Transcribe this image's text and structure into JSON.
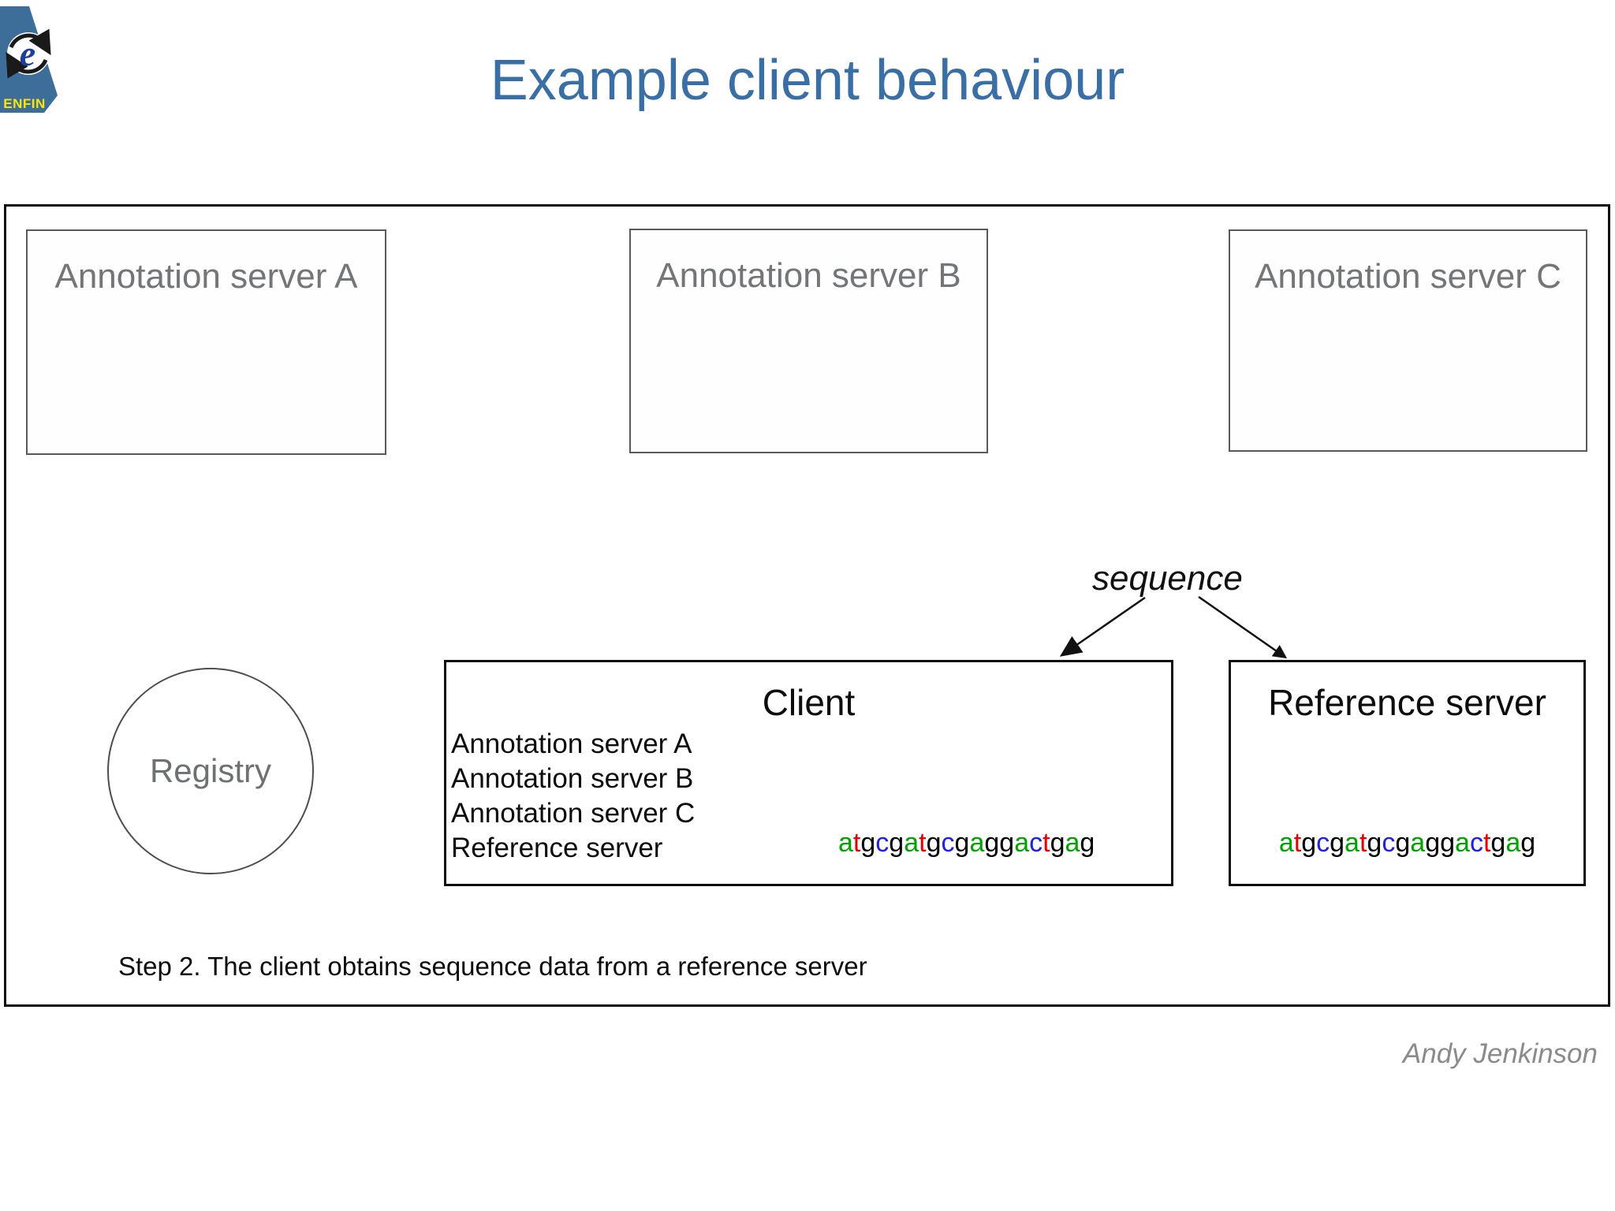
{
  "slide": {
    "title": "Example client behaviour",
    "caption": "Step 2. The client obtains sequence data from a reference server",
    "author": "Andy Jenkinson"
  },
  "logo": {
    "brand": "ENFIN",
    "letter": "e"
  },
  "diagram": {
    "annotation_servers": [
      {
        "label": "Annotation server A"
      },
      {
        "label": "Annotation server B"
      },
      {
        "label": "Annotation server C"
      }
    ],
    "registry": {
      "label": "Registry"
    },
    "client": {
      "title": "Client",
      "entries": [
        "Annotation server A",
        "Annotation server B",
        "Annotation server C",
        "Reference server"
      ],
      "sequence": "atgcgatgcgaggactgag"
    },
    "reference_server": {
      "title": "Reference server",
      "sequence": "atgcgatgcgaggactgag"
    },
    "flow_label": "sequence"
  },
  "colors": {
    "title": "#3a6fa6",
    "logo_bg": "#3d6d99",
    "logo_brand": "#ffe600",
    "base_a": "#00a000",
    "base_t": "#e00000",
    "base_c": "#2222dd",
    "base_g": "#000000"
  }
}
